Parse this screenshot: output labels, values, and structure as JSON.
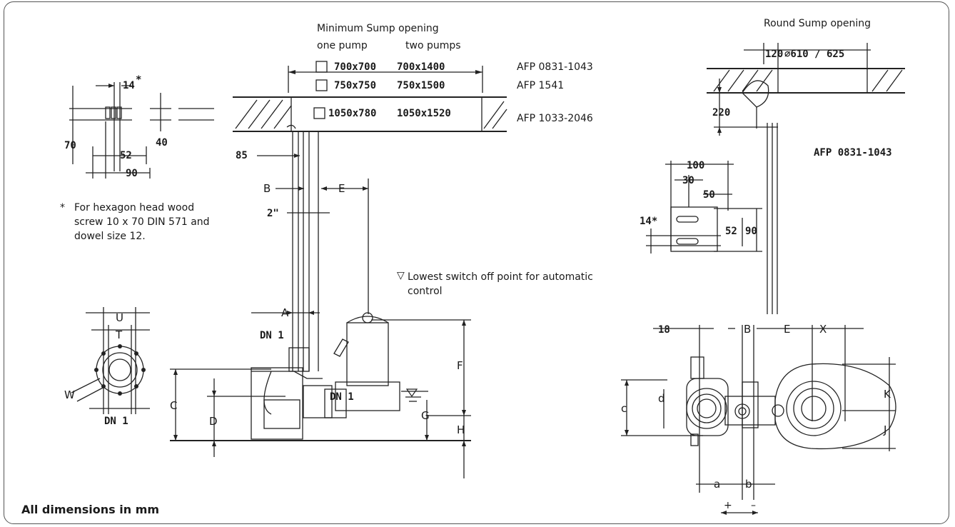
{
  "sump": {
    "title": "Minimum Sump opening",
    "col_one": "one pump",
    "col_two": "two pumps",
    "rows": [
      {
        "one": "700x700",
        "two": "700x1400",
        "model": "AFP 0831-1043"
      },
      {
        "one": "750x750",
        "two": "750x1500",
        "model": "AFP 1541"
      },
      {
        "one": "1050x780",
        "two": "1050x1520",
        "model": "AFP 1033-2046"
      }
    ]
  },
  "round": {
    "title": "Round Sump opening",
    "d120": "120",
    "d610": "⌀610 / 625",
    "d220": "220",
    "model": "AFP 0831-1043"
  },
  "bracket": {
    "d100": "100",
    "d30": "30",
    "d50": "50",
    "d52": "52",
    "d90": "90",
    "d14": "14*"
  },
  "rail_detail": {
    "d14": "14",
    "star": "*",
    "d70": "70",
    "d40": "40",
    "d52": "52",
    "d90": "90"
  },
  "footnote": {
    "star": "*",
    "text": "For hexagon head wood screw 10 x 70 DIN 571 and dowel size 12."
  },
  "switch_note": {
    "symbol": "▽",
    "text": "Lowest switch off point for automatic control"
  },
  "labels": {
    "d85": "85",
    "B": "B",
    "E": "E",
    "two_inch": "2\"",
    "A": "A",
    "DN1": "DN 1",
    "F": "F",
    "G": "G",
    "H": "H",
    "C": "C",
    "D": "D",
    "U": "U",
    "T": "T",
    "W": "W",
    "d18": "18",
    "X": "X",
    "K": "K",
    "J": "J",
    "c": "c",
    "d": "d",
    "a": "a",
    "b": "b",
    "plus": "+",
    "minus": "–"
  },
  "footer": "All dimensions in mm"
}
